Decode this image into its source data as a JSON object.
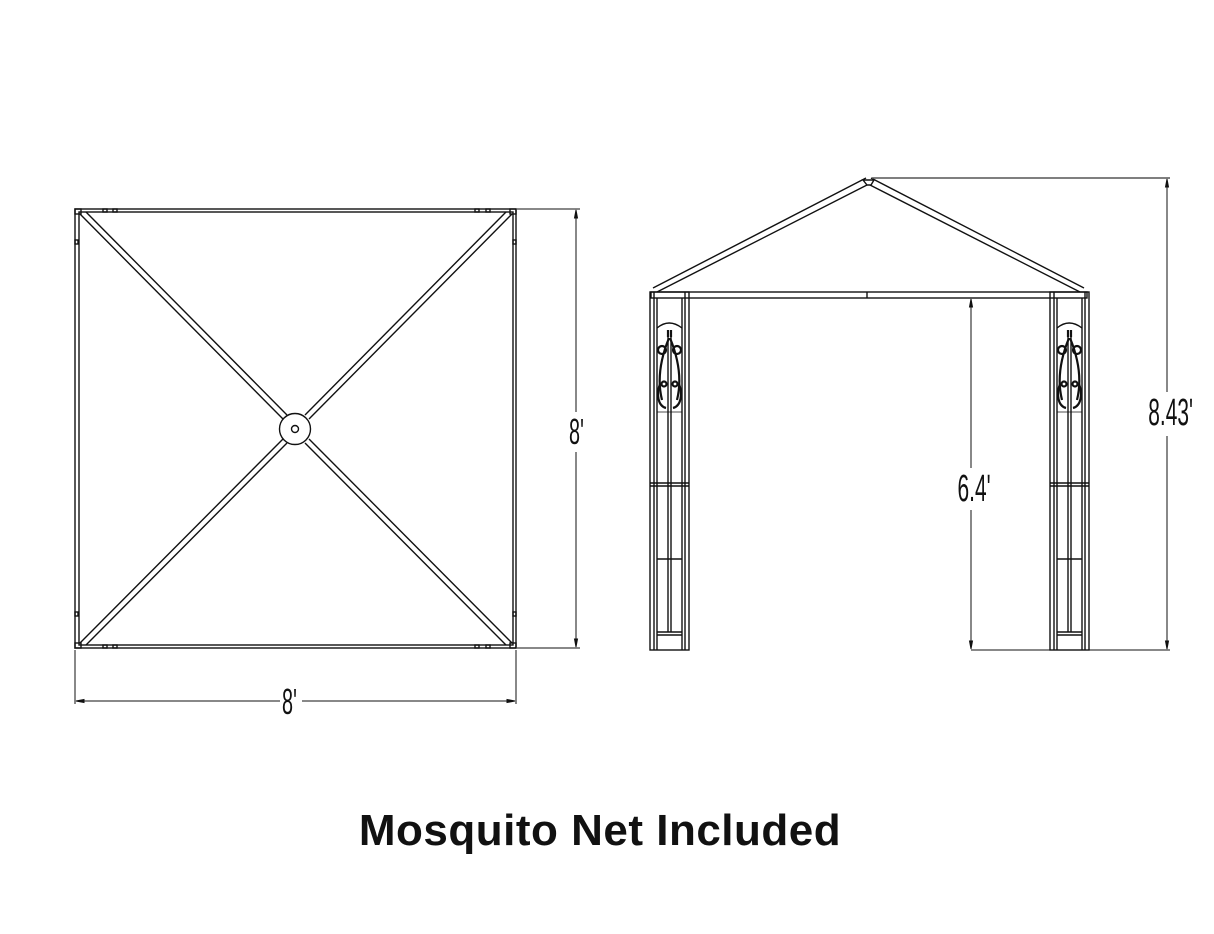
{
  "top_view": {
    "width_label": "8'",
    "depth_label": "8'"
  },
  "side_view": {
    "door_height_label": "6.4'",
    "total_height_label": "8.43'"
  },
  "caption": "Mosquito Net Included",
  "colors": {
    "line": "#111111",
    "background": "#ffffff"
  }
}
